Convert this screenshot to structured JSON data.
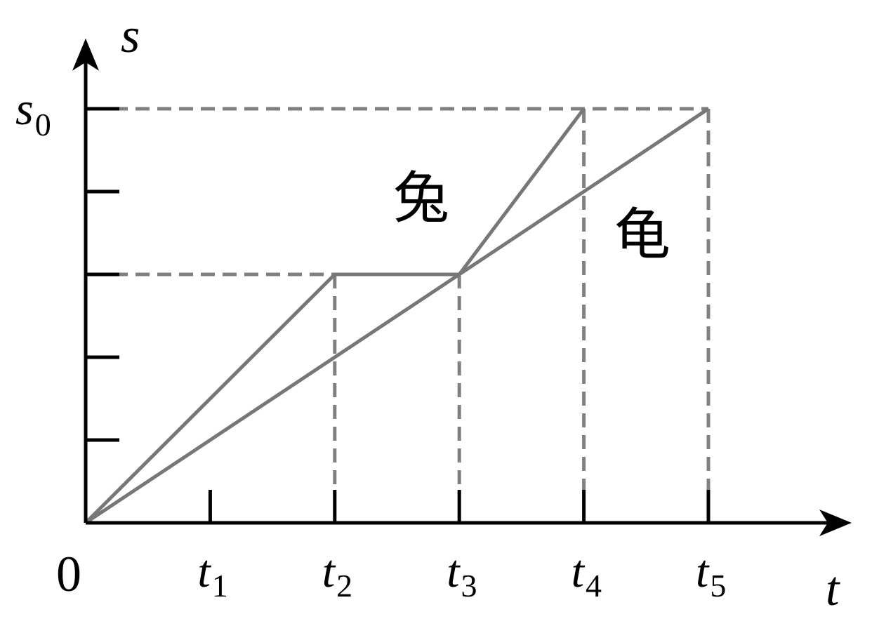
{
  "chart_data": {
    "type": "line",
    "xlabel": "t",
    "ylabel": "s",
    "origin_label": "0",
    "x_ticks": [
      {
        "value": 1,
        "main": "t",
        "sub": "1"
      },
      {
        "value": 2,
        "main": "t",
        "sub": "2"
      },
      {
        "value": 3,
        "main": "t",
        "sub": "3"
      },
      {
        "value": 4,
        "main": "t",
        "sub": "4"
      },
      {
        "value": 5,
        "main": "t",
        "sub": "5"
      }
    ],
    "y_ticks": [
      1,
      2,
      3,
      4,
      5
    ],
    "y_labeled_tick": {
      "value": 5,
      "main": "s",
      "sub": "0"
    },
    "xlim": [
      0,
      6.15
    ],
    "ylim": [
      0,
      5.85
    ],
    "series": [
      {
        "name": "兔",
        "points": [
          [
            0,
            0
          ],
          [
            2,
            3
          ],
          [
            3,
            3
          ],
          [
            4,
            5
          ]
        ]
      },
      {
        "name": "龟",
        "points": [
          [
            0,
            0
          ],
          [
            5,
            5
          ]
        ]
      }
    ],
    "guides": {
      "horizontal": [
        {
          "y": 5,
          "x_to": 5
        },
        {
          "y": 3,
          "x_to": 2
        }
      ],
      "vertical": [
        {
          "x": 2,
          "y_to": 3
        },
        {
          "x": 3,
          "y_to": 3
        },
        {
          "x": 4,
          "y_to": 5
        },
        {
          "x": 5,
          "y_to": 5
        }
      ]
    },
    "colors": {
      "axis": "#000000",
      "series": "#777777",
      "guide": "#808080"
    }
  }
}
